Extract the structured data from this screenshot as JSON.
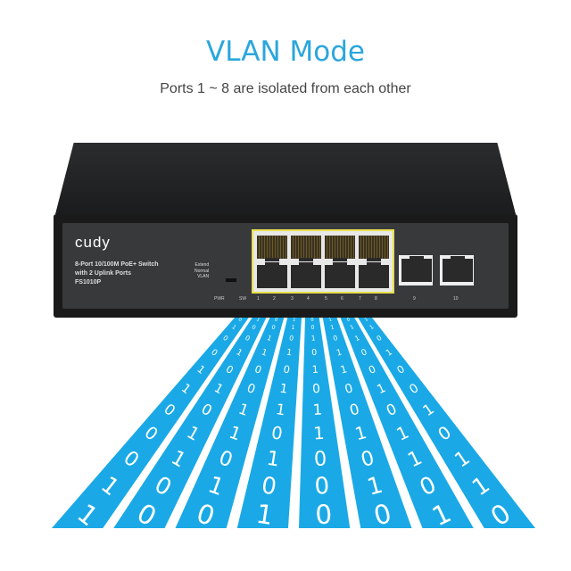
{
  "header": {
    "title": "VLAN Mode",
    "subtitle": "Ports 1 ~ 8 are isolated from each other"
  },
  "switch": {
    "brand": "cudy",
    "description_line1": "8-Port 10/100M PoE+ Switch",
    "description_line2": "with 2 Uplink Ports",
    "model": "FS1010P",
    "mode_options": [
      "Extend",
      "Normal",
      "VLAN"
    ],
    "port_labels": [
      "PWR",
      "SW",
      "1",
      "2",
      "3",
      "4",
      "5",
      "6",
      "7",
      "8",
      "9",
      "10"
    ],
    "poe_highlight_color": "#e8e04a"
  },
  "stream": {
    "color": "#1aa9e6",
    "lanes": [
      "01001100011",
      "10010101100",
      "00110011010",
      "11010110101",
      "00101011000",
      "11011001010",
      "01100101101",
      "11010010110"
    ]
  }
}
